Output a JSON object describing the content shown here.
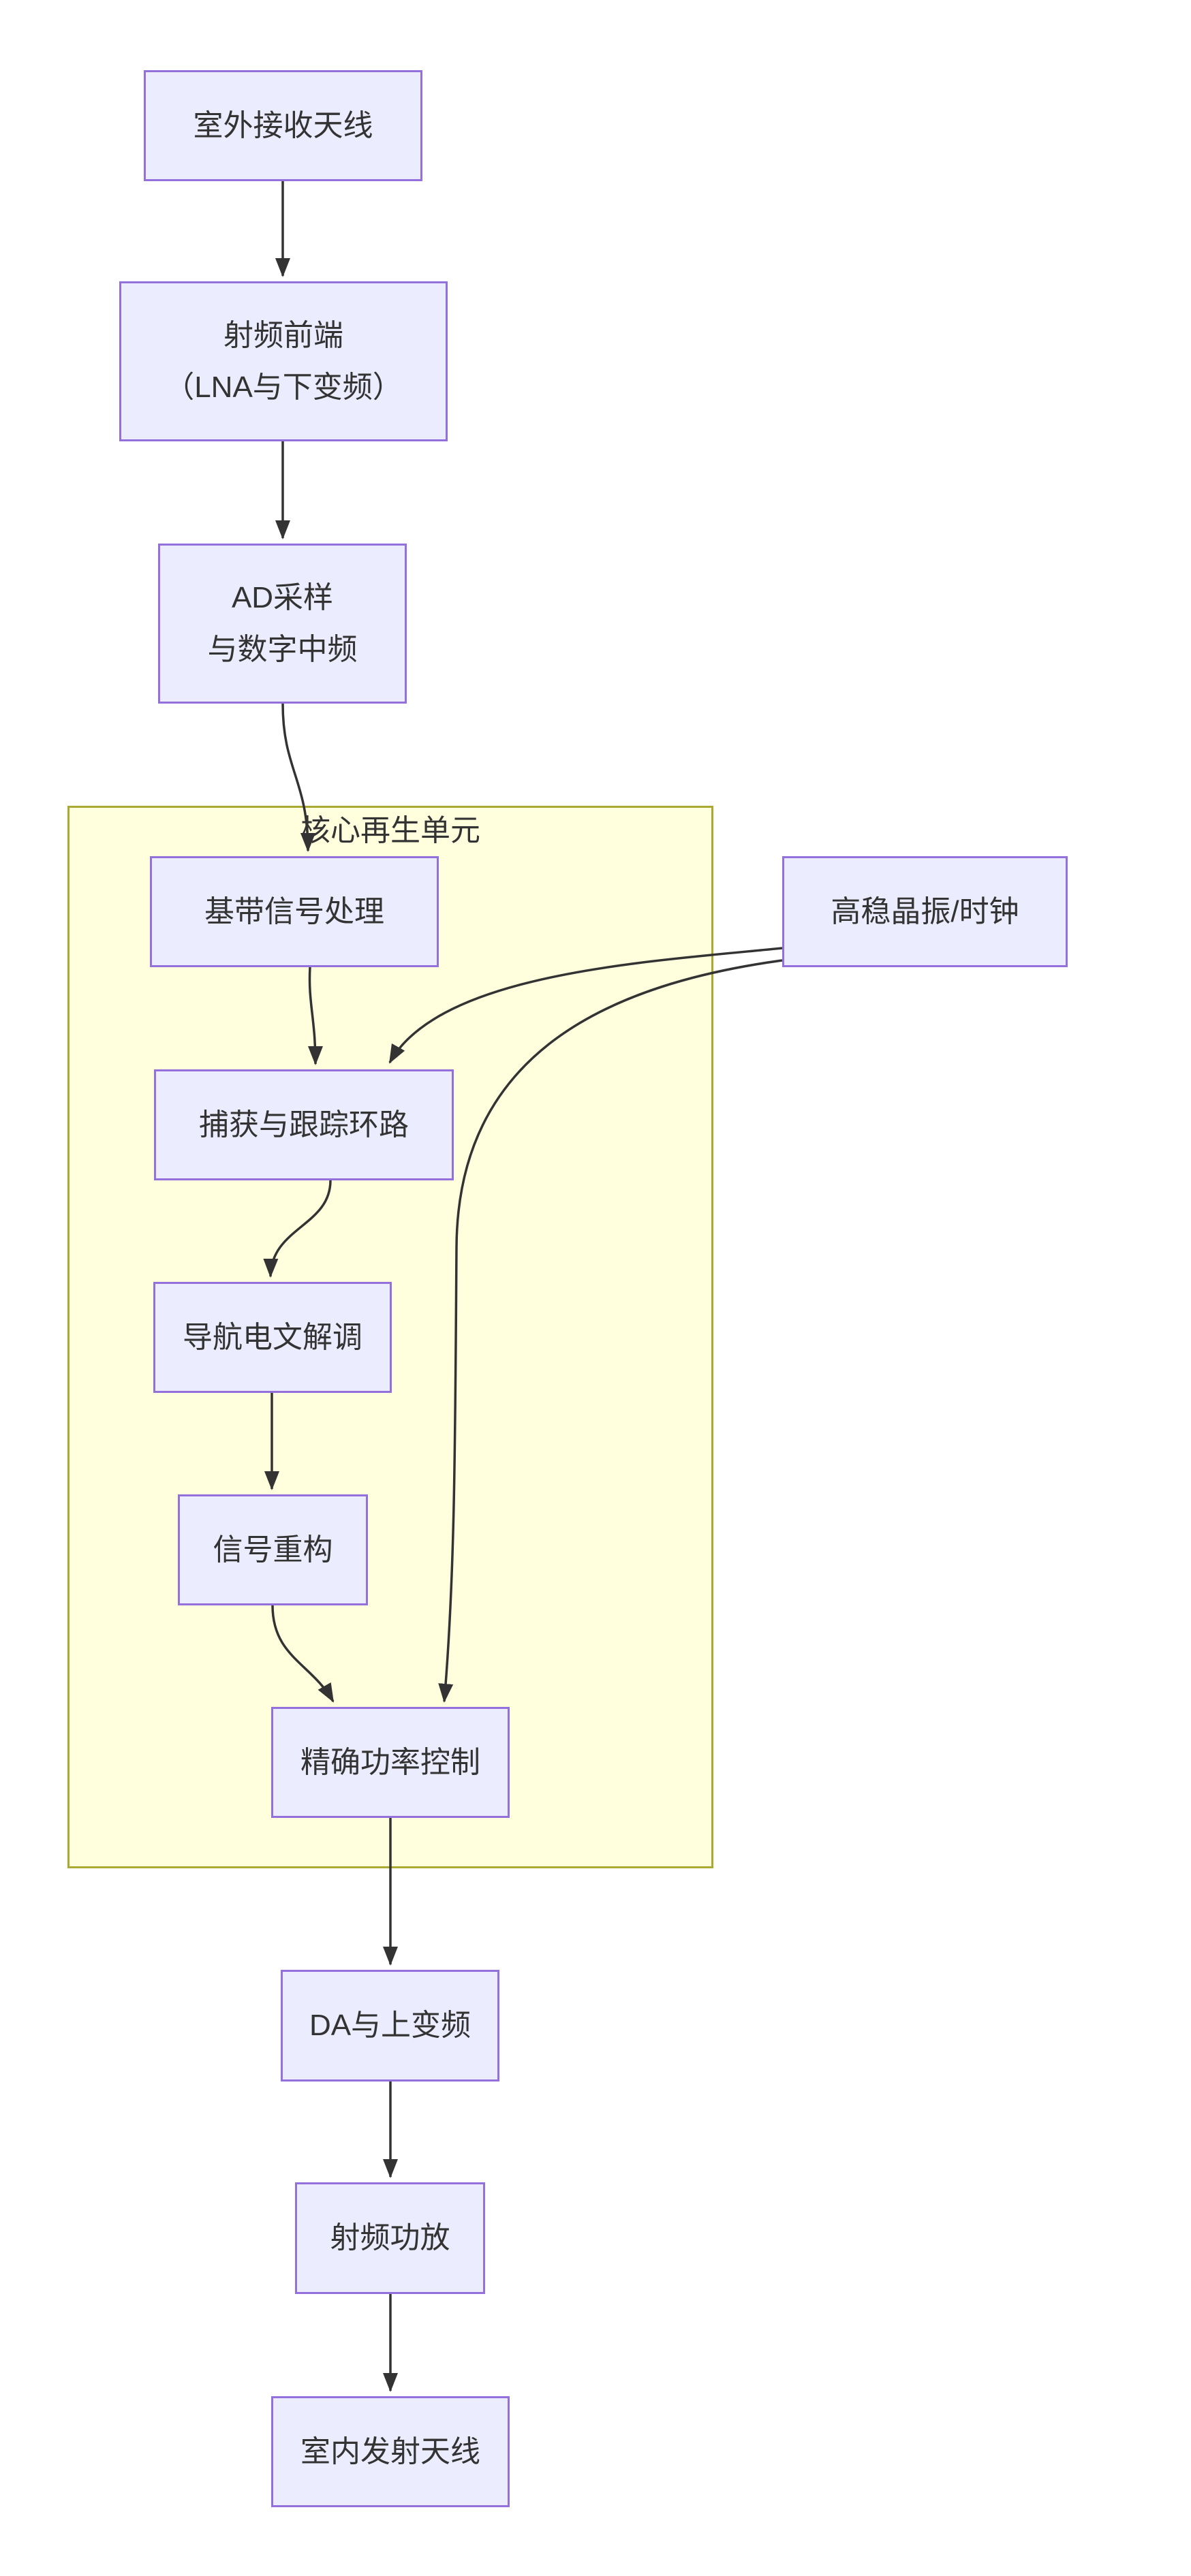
{
  "diagram": {
    "type": "flowchart",
    "direction": "top-down",
    "background": "#ffffff",
    "edge_color": "#333333",
    "node_style": {
      "fill": "#ECECFF",
      "border": "#9370DB",
      "text_color": "#333333"
    },
    "cluster": {
      "label": "核心再生单元",
      "fill": "#FFFFDE",
      "border": "#AAAA33"
    },
    "nodes": [
      {
        "id": "outdoor-antenna",
        "lines": [
          "室外接收天线"
        ]
      },
      {
        "id": "rf-frontend",
        "lines": [
          "射频前端",
          "（LNA与下变频）"
        ]
      },
      {
        "id": "ad-sampling",
        "lines": [
          "AD采样",
          "与数字中频"
        ]
      },
      {
        "id": "baseband",
        "lines": [
          "基带信号处理"
        ],
        "in_cluster": true
      },
      {
        "id": "acquisition-tracking",
        "lines": [
          "捕获与跟踪环路"
        ],
        "in_cluster": true
      },
      {
        "id": "nav-message-demod",
        "lines": [
          "导航电文解调"
        ],
        "in_cluster": true
      },
      {
        "id": "signal-reconstruction",
        "lines": [
          "信号重构"
        ],
        "in_cluster": true
      },
      {
        "id": "power-control",
        "lines": [
          "精确功率控制"
        ],
        "in_cluster": true
      },
      {
        "id": "clock",
        "lines": [
          "高稳晶振/时钟"
        ]
      },
      {
        "id": "da-upconversion",
        "lines": [
          "DA与上变频"
        ]
      },
      {
        "id": "rf-pa",
        "lines": [
          "射频功放"
        ]
      },
      {
        "id": "indoor-antenna",
        "lines": [
          "室内发射天线"
        ]
      }
    ],
    "edges": [
      {
        "from": "outdoor-antenna",
        "to": "rf-frontend"
      },
      {
        "from": "rf-frontend",
        "to": "ad-sampling"
      },
      {
        "from": "ad-sampling",
        "to": "baseband"
      },
      {
        "from": "baseband",
        "to": "acquisition-tracking"
      },
      {
        "from": "clock",
        "to": "acquisition-tracking"
      },
      {
        "from": "acquisition-tracking",
        "to": "nav-message-demod"
      },
      {
        "from": "nav-message-demod",
        "to": "signal-reconstruction"
      },
      {
        "from": "signal-reconstruction",
        "to": "power-control"
      },
      {
        "from": "clock",
        "to": "power-control"
      },
      {
        "from": "power-control",
        "to": "da-upconversion"
      },
      {
        "from": "da-upconversion",
        "to": "rf-pa"
      },
      {
        "from": "rf-pa",
        "to": "indoor-antenna"
      }
    ]
  }
}
